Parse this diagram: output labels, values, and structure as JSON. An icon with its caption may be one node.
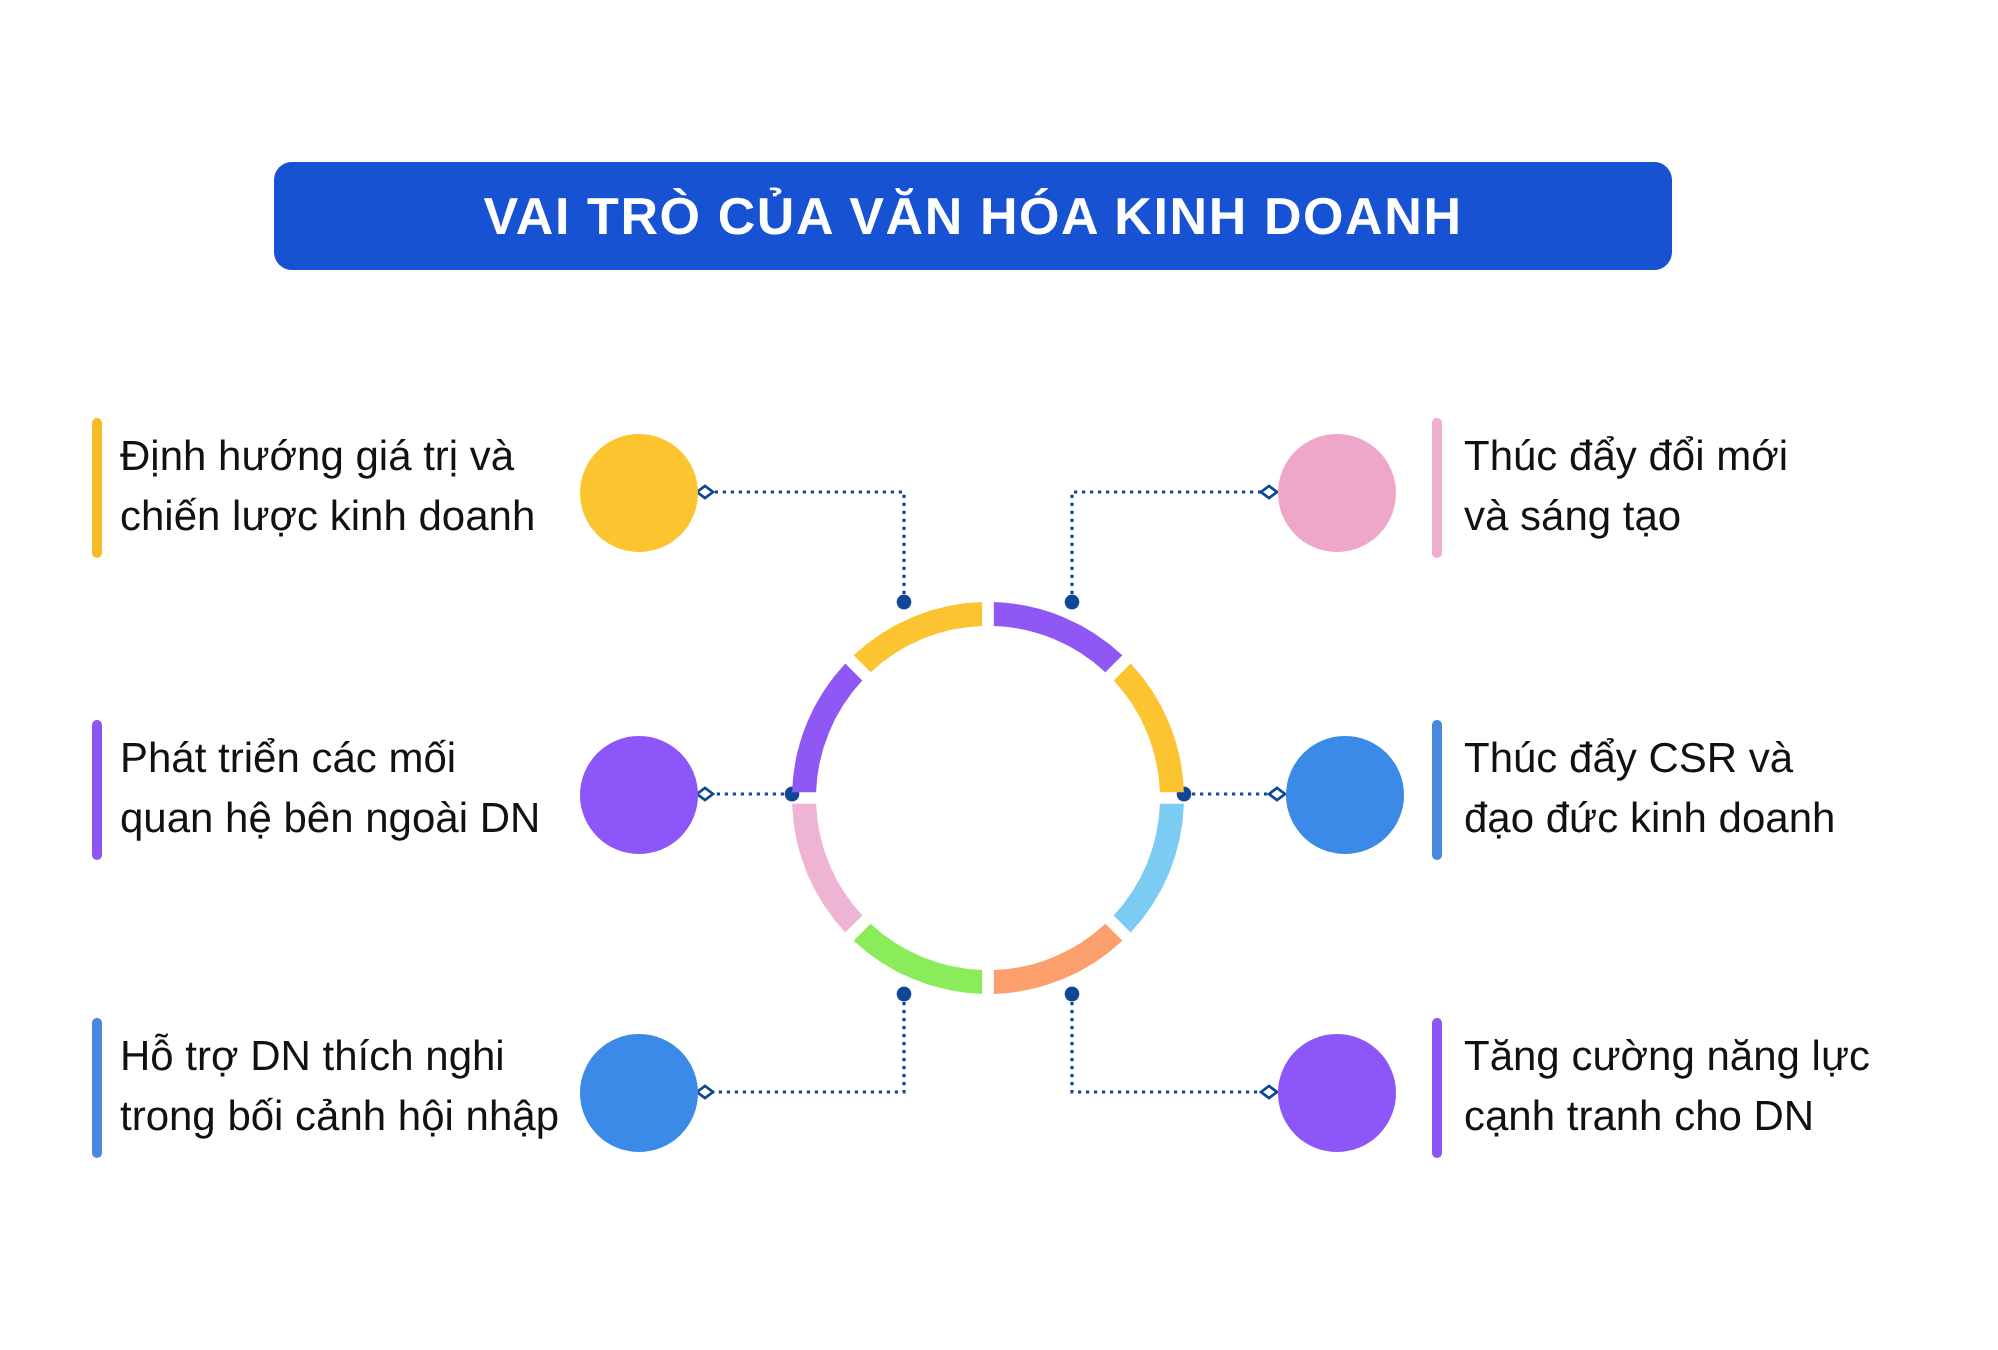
{
  "diagram": {
    "title": "VAI TRÒ CỦA VĂN HÓA KINH DOANH",
    "nodes": [
      {
        "text": [],
        "shape": "circle",
        "beside": [
          "Định hướng giá trị và chiến lược kinh doanh"
        ]
      },
      {
        "text": [],
        "shape": "circle",
        "beside": [
          "Thúc đẩy đổi mới và sáng tạo"
        ]
      },
      {
        "text": [],
        "shape": "circle",
        "beside": [
          "Phát triển các mối quan hệ bên ngoài DN"
        ]
      },
      {
        "text": [],
        "shape": "circle",
        "beside": [
          "Thúc đẩy CSR và đạo đức kinh doanh"
        ]
      },
      {
        "text": [],
        "shape": "circle",
        "beside": [
          "Hỗ trợ DN thích nghi trong bối cảnh hội nhập"
        ]
      },
      {
        "text": [],
        "shape": "circle",
        "beside": [
          "Tăng cường năng lực cạnh tranh cho DN"
        ]
      },
      {
        "text": [],
        "shape": "ring"
      }
    ],
    "edges": [
      {
        "from": 6,
        "to": 0,
        "arrow": "other",
        "style": "dashed"
      },
      {
        "from": 6,
        "to": 1,
        "arrow": "other",
        "style": "dashed"
      },
      {
        "from": 6,
        "to": 2,
        "arrow": "other",
        "style": "dashed"
      },
      {
        "from": 6,
        "to": 3,
        "arrow": "other",
        "style": "dashed"
      },
      {
        "from": 6,
        "to": 4,
        "arrow": "other",
        "style": "dashed"
      },
      {
        "from": 6,
        "to": 5,
        "arrow": "other",
        "style": "dashed"
      }
    ]
  }
}
